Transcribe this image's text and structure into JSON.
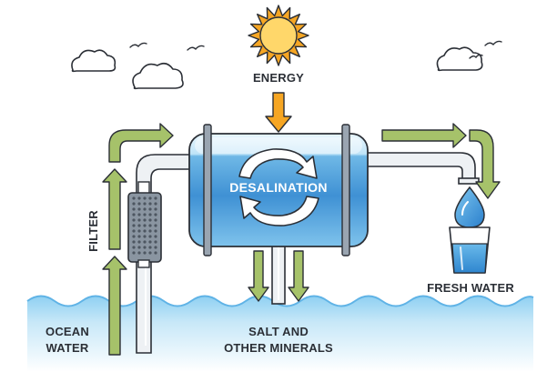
{
  "labels": {
    "energy": "ENERGY",
    "desalination": "DESALINATION",
    "fresh_water": "FRESH WATER",
    "salt_line1": "SALT AND",
    "salt_line2": "OTHER MINERALS",
    "ocean_line1": "OCEAN",
    "ocean_line2": "WATER",
    "filter": "FILTER"
  },
  "icons": {
    "sun": "sun-icon",
    "cloud": "cloud-icon",
    "bird": "bird-icon",
    "drop": "water-drop-icon",
    "glass": "glass-icon",
    "cycle": "recycle-arrows-icon",
    "filter": "filter-cartridge-icon"
  },
  "colors": {
    "outline": "#2b2f36",
    "water_light": "#dff1fc",
    "water_mid": "#a9dbf6",
    "water_deep": "#3a8fd3",
    "arrow_green": "#a6c26a",
    "sun_yellow": "#ffd76a",
    "sun_orange": "#f6a623",
    "pipe_gray": "#eef1f4",
    "filter_gray": "#8a95a1"
  }
}
